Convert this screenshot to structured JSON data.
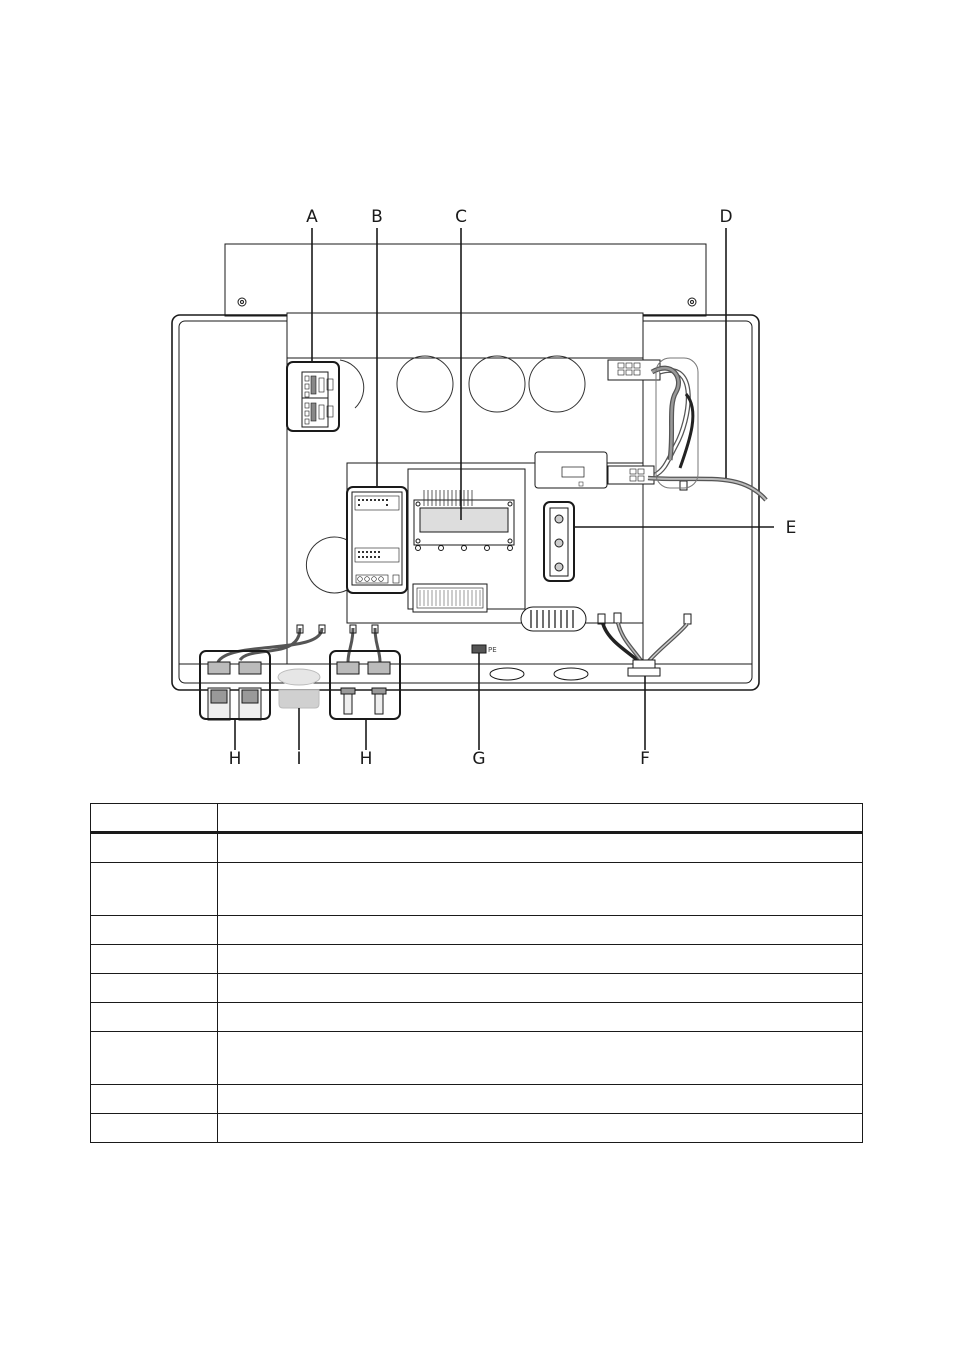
{
  "callouts": {
    "A": "A",
    "B": "B",
    "C": "C",
    "D": "D",
    "E": "E",
    "F": "F",
    "G": "G",
    "H1": "H",
    "H2": "H",
    "I": "I"
  },
  "pe_mark": "PE",
  "legend_table": {
    "header": {
      "col1": "",
      "col2": ""
    },
    "rows": [
      {
        "col1": "",
        "col2": ""
      },
      {
        "col1": "",
        "col2": ""
      },
      {
        "col1": "",
        "col2": ""
      },
      {
        "col1": "",
        "col2": ""
      },
      {
        "col1": "",
        "col2": ""
      },
      {
        "col1": "",
        "col2": ""
      },
      {
        "col1": "",
        "col2": ""
      },
      {
        "col1": "",
        "col2": ""
      },
      {
        "col1": "",
        "col2": ""
      }
    ]
  }
}
